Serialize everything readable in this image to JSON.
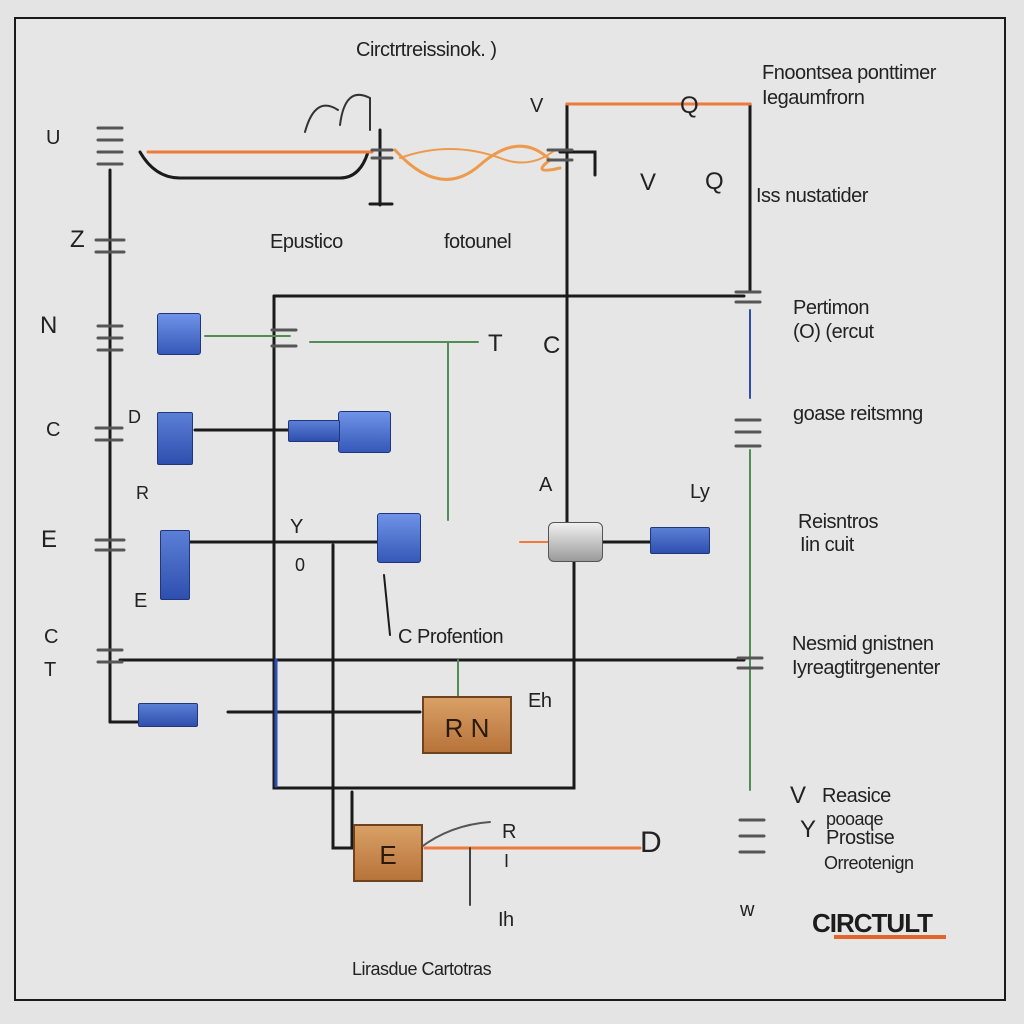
{
  "diagram": {
    "title": "Circtrtreissinok. )",
    "labels": {
      "top_right_1": "Fnoontsea ponttimer",
      "top_right_2": "Iegaumfrorn",
      "letter_v_top": "V",
      "letter_q_top": "Q",
      "letter_v_mid": "V",
      "letter_q_mid": "Q",
      "iss": "Iss nustatider",
      "left_u": "U",
      "left_z": "Z",
      "left_n": "N",
      "left_c1": "C",
      "left_d": "D",
      "left_e": "E",
      "left_e2": "E",
      "left_c2": "C",
      "left_t": "T",
      "left_rf": "R",
      "epustico": "Epustico",
      "fotounel": "fotounel",
      "c_mid": "C",
      "t_mid": "T",
      "pertimon_1": "Pertimon",
      "pertimon_2": "(O) (ercut",
      "goase": "goase reitsmng",
      "a_mid": "A",
      "ly": "Ly",
      "y_mid": "Y",
      "o_mid": "0",
      "reisntros_1": "Reisntros",
      "reisntros_2": "Iin cuit",
      "c_profention": "C Profention",
      "nesmid_1": "Nesmid gnistnen",
      "nesmid_2": "Iyreagtitrgenenter",
      "eh": "Eh",
      "rn": "R  N",
      "e_box": "E",
      "r_small": "R",
      "d_big": "D",
      "i_small": "I",
      "th": "Ih",
      "v_reasice": "V",
      "y_reasice": "Y",
      "reasice": "Reasice",
      "prostise_1": "pooaqe",
      "prostise_2": "Prostise",
      "prostise_3": "Orreotenign",
      "w": "w",
      "bottom": "Lirasdue Cartotras",
      "logo": "CIRCTULT"
    }
  },
  "colors": {
    "wire_black": "#1a1a1a",
    "wire_orange": "#ee7a3c",
    "wire_green": "#4f8f55",
    "wire_blue": "#2c4fb0",
    "component_blue": "#3e63c4",
    "relay_brown": "#c3844a",
    "logo_orange": "#e4642a"
  }
}
